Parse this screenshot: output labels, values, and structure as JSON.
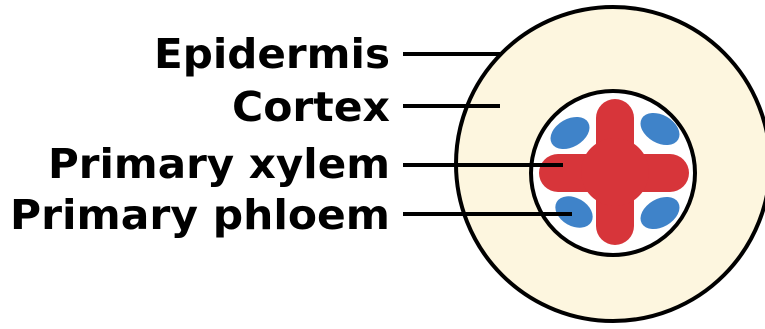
{
  "labels": {
    "epidermis": "Epidermis",
    "cortex": "Cortex",
    "primary_xylem": "Primary xylem",
    "primary_phloem": "Primary phloem"
  },
  "colors": {
    "cortex_fill": "#fdf6df",
    "xylem": "#d7353a",
    "phloem": "#3f83c9",
    "outline": "#000000",
    "background": "#ffffff"
  }
}
